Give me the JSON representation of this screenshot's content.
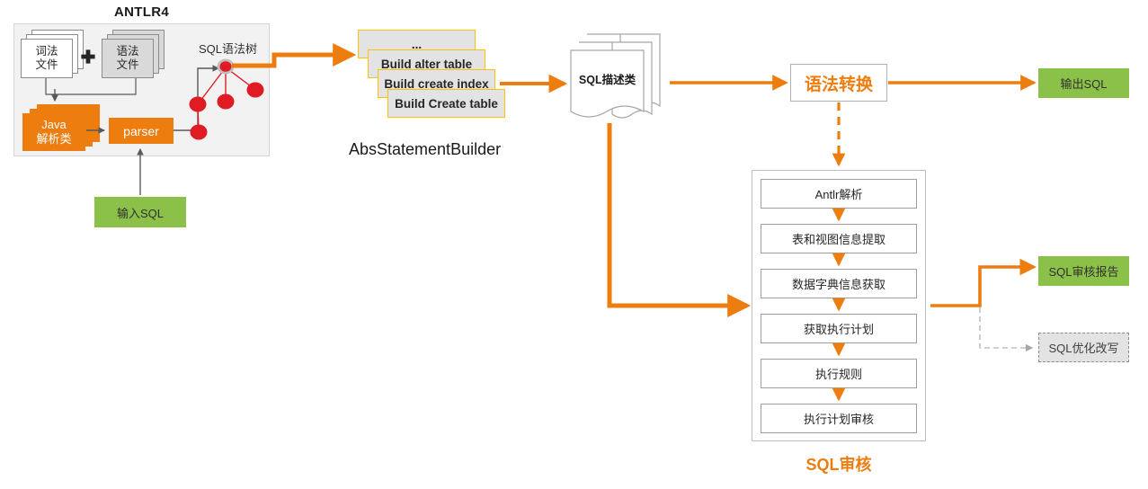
{
  "diagram": {
    "title_antlr": "ANTLR4",
    "tree_label": "SQL语法树",
    "builder_label": "AbsStatementBuilder",
    "audit_label": "SQL审核",
    "colors": {
      "orange": "#ed7d0f",
      "amber_border": "#ffc000",
      "green": "#8cc149",
      "panel_gray": "#f2f2f2",
      "box_gray": "#e3e3e3",
      "red_node": "#e01b24"
    }
  },
  "antlr": {
    "lexer_file": {
      "line1": "词法",
      "line2": "文件"
    },
    "plus": "✛",
    "grammar_file": {
      "line1": "语法",
      "line2": "文件"
    },
    "java_classes": {
      "line1": "Java",
      "line2": "解析类"
    },
    "parser": "parser"
  },
  "inputs": {
    "input_sql": "输入SQL"
  },
  "builder_stack": [
    {
      "label": "..."
    },
    {
      "label": "Build alter table"
    },
    {
      "label": "Build create index"
    },
    {
      "label": "Build Create table"
    }
  ],
  "sql_desc": {
    "label": "SQL描述类"
  },
  "convert": {
    "label": "语法转换"
  },
  "outputs": {
    "output_sql": "输出SQL",
    "audit_report": "SQL审核报告",
    "sql_rewrite": "SQL优化改写"
  },
  "audit_steps": [
    {
      "label": "Antlr解析"
    },
    {
      "label": "表和视图信息提取"
    },
    {
      "label": "数据字典信息获取"
    },
    {
      "label": "获取执行计划"
    },
    {
      "label": "执行规则"
    },
    {
      "label": "执行计划审核"
    }
  ]
}
